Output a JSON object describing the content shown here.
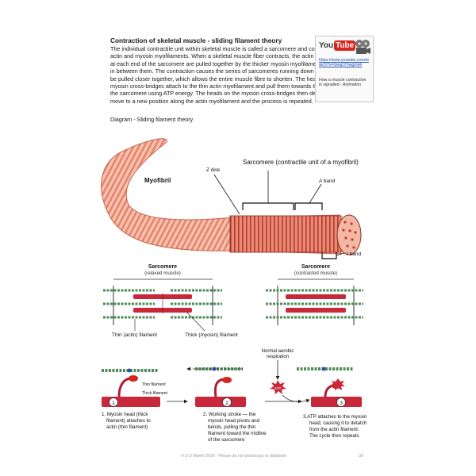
{
  "header": {
    "title": "Contraction of skeletal muscle - sliding filament theory",
    "paragraph": "The individual contractile unit within skeletal muscle is called a sarcomere and consists of the actin and myosin myofilaments. When a skeletal muscle fiber contracts, the actin myofilaments at each end of the sarcomere are pulled together by the thicker myosin myofilament which lies in between them. The contraction causes the series of sarcomeres running down a myofibril to be pulled closer together, which allows the entire muscle fibre to shorten. The heads on the myosin cross-bridges attach to the thin actin myofilament and pull them towards the middle of the sarcomere using ATP energy. The heads on the myosin cross-bridges then detach and move to a new position along the actin myofilament and the process is repeated.",
    "caption": "Diagram - Sliding filament theory"
  },
  "video_box": {
    "logo_you": "You",
    "logo_tube": "Tube",
    "link": "https://www.youtube.com/watch?v=GeapYFwgmk4",
    "description": "How a muscle contraction is signalled - Animation"
  },
  "diagram_labels": {
    "sarcomere_unit": "Sarcomere (contractile unit of a myofibril)",
    "z_disk": "Z disk",
    "myofibril": "Myofibril",
    "a_band": "A band",
    "i_band": "I band",
    "sarcomere_relaxed_title": "Sarcomere",
    "relaxed_sub": "(relaxed muscle)",
    "sarcomere_contracted_title": "Sarcomere",
    "contracted_sub": "(contracted muscle)",
    "thin_filament": "Thin (actin) filament",
    "thick_filament": "Thick (myosin) filament",
    "normal_aerobic": "Normal aerobic",
    "respiration": "respiration",
    "thin_filament_small": "Thin filament",
    "thick_filament_small": "Thick filament",
    "atp": "ATP",
    "step1_num": "1",
    "step2_num": "2",
    "step3_num": "3",
    "step1_line1": "1. Myosin head (thick",
    "step1_line2": "filament) attaches to",
    "step1_line3": "actin (thin filament)",
    "step2_line1": "2. Working stroke — the",
    "step2_line2": "myosin head pivots and",
    "step2_line3": "bends, pulling the thin",
    "step2_line4": "filament toward the midline",
    "step2_line5": "of the sarcomere",
    "step3_line1": "3.ATP attaches to the myosin",
    "step3_line2": "head, causing it to detatch",
    "step3_line3": "from the actin filament.",
    "step3_line4": "The cycle then repeats"
  },
  "footer": {
    "copyright": "© S D Martin 2026 - Please do not photocopy or distribute",
    "page_number": "39"
  },
  "colors": {
    "muscle_light": "#f5b9a4",
    "muscle_dark": "#e06a52",
    "myosin_red": "#c8283a",
    "actin_green": "#4e8c55",
    "youtube_red": "#d7241c"
  }
}
